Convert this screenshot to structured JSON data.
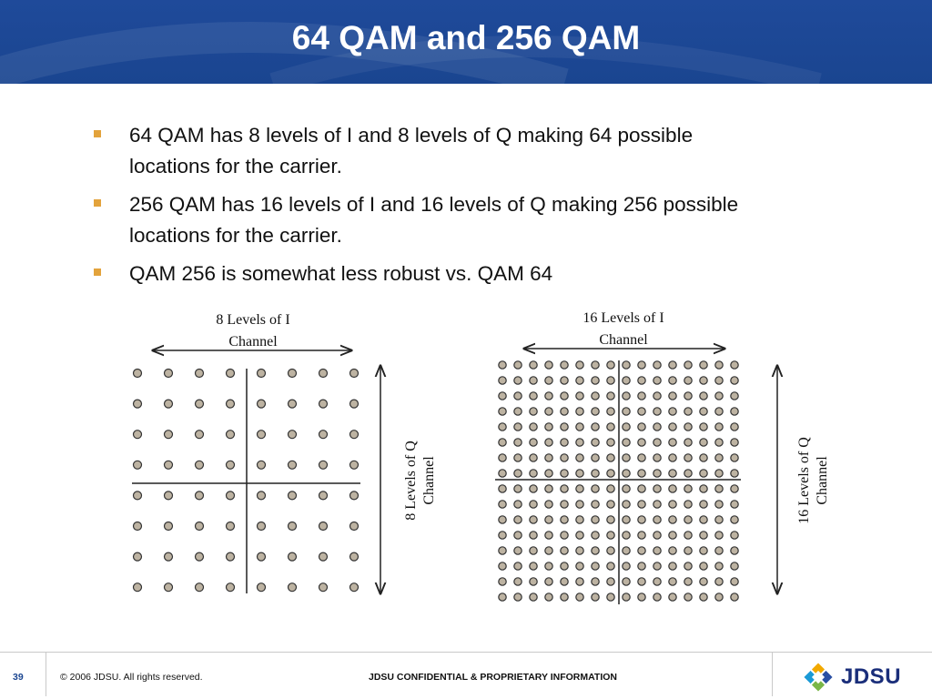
{
  "slide": {
    "title": "64 QAM and 256 QAM",
    "bullets": [
      "64 QAM has 8 levels of I and 8 levels of Q making 64 possible locations for the carrier.",
      "256 QAM has 16 levels of I and 16 levels of Q making 256 possible locations for the carrier.",
      "QAM 256 is somewhat less robust vs. QAM 64"
    ]
  },
  "diagram": {
    "qam64": {
      "levels_i": 8,
      "levels_q": 8,
      "i_label_line1": "8 Levels of  I",
      "i_label_line2": "Channel",
      "q_label_line1": "8 Levels of  Q",
      "q_label_line2": "Channel"
    },
    "qam256": {
      "levels_i": 16,
      "levels_q": 16,
      "i_label_line1": "16 Levels of  I",
      "i_label_line2": "Channel",
      "q_label_line1": "16 Levels of  Q",
      "q_label_line2": "Channel"
    },
    "colors": {
      "dot_fill": "#bdb3a2",
      "dot_stroke": "#333333",
      "axis": "#222222"
    }
  },
  "footer": {
    "page_number": "39",
    "copyright": "© 2006 JDSU. All rights reserved.",
    "confidential": "JDSU CONFIDENTIAL & PROPRIETARY INFORMATION",
    "logo_text": "JDSU"
  },
  "theme": {
    "title_bar": "#1a4590",
    "bullet": "#e3a33c"
  }
}
